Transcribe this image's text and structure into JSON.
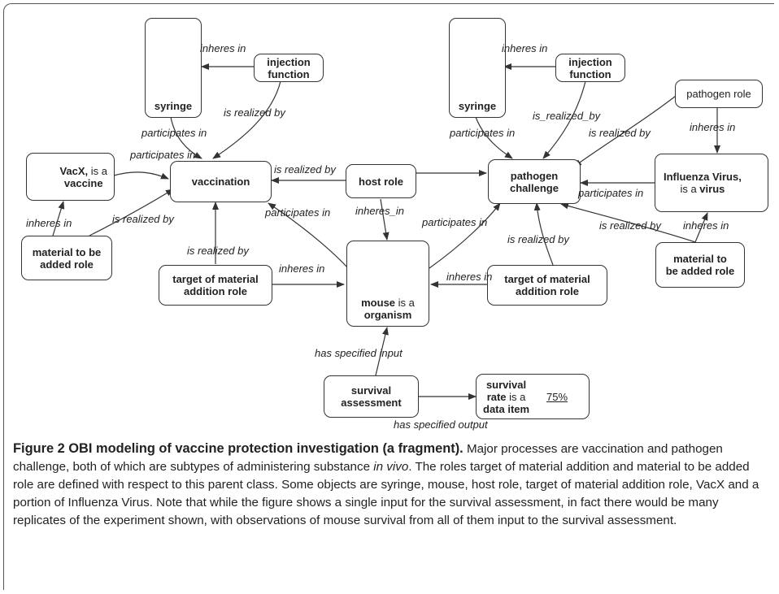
{
  "nodes": {
    "syringe_left": {
      "label": "syringe"
    },
    "injection_function_left": {
      "line1": "injection",
      "line2": "function"
    },
    "vaccination": {
      "label": "vaccination"
    },
    "vacx": {
      "bold1": "VacX,",
      "plain1": " is a",
      "bold2": "vaccine"
    },
    "material_role_left": {
      "line1": "material to be",
      "line2": "added role"
    },
    "target_role_left": {
      "line1": "target of material",
      "line2": "addition role"
    },
    "host_role": {
      "label": "host role"
    },
    "mouse": {
      "bold1": "mouse",
      "plain1": " is a",
      "bold2": "organism"
    },
    "syringe_right": {
      "label": "syringe"
    },
    "injection_function_right": {
      "line1": "injection",
      "line2": "function"
    },
    "pathogen_role": {
      "label": "pathogen role"
    },
    "pathogen_challenge": {
      "line1": "pathogen",
      "line2": "challenge"
    },
    "influenza": {
      "bold1": "Influenza Virus,",
      "plain1": "is a ",
      "bold2": "virus"
    },
    "target_role_right": {
      "line1": "target of material",
      "line2": "addition role"
    },
    "material_role_right": {
      "line1": "material to",
      "line2": "be added role"
    },
    "survival_assessment": {
      "line1": "survival",
      "line2": "assessment"
    },
    "survival_rate": {
      "line1": "survival",
      "line2a": "rate",
      "line2b": " is a",
      "line3": "data item",
      "value": "75%"
    }
  },
  "edge_labels": {
    "inheres_in_1": "inheres in",
    "is_realized_by_1": "is realized by",
    "participates_in_1": "participates in",
    "participates_in_2": "participates in",
    "is_realized_by_2": "is realized by",
    "inheres_in_2": "inheres in",
    "is_realized_by_3": "is realized by",
    "is_realized_by_4": "is realized by",
    "participates_in_3": "participates in",
    "inheres_in_3": "inheres_in",
    "inheres_in_4": "inheres in",
    "inheres_in_5": "inheres in",
    "is_realized_by_5": "is_realized_by",
    "participates_in_6": "participates in",
    "is_realized_by_6": "is realized by",
    "inheres_in_6": "inheres in",
    "participates_in_4": "participates in",
    "participates_in_5": "participates in",
    "is_realized_by_7": "is realized by",
    "is_realized_by_8": "is realized by",
    "inheres_in_7": "inheres in",
    "inheres_in_8": "inheres in",
    "has_specified_input": "has specified input",
    "has_specified_output": "has specified output"
  },
  "caption": {
    "title": "Figure 2 OBI modeling of vaccine protection investigation (a fragment).",
    "text_a": " Major processes are vaccination and pathogen challenge, both of which are subtypes of administering substance ",
    "text_italic": "in vivo",
    "text_b": ". The roles target of material addition and material to be added role are defined with respect to this parent class. Some objects are syringe, mouse, host role, target of material addition role, VacX and a portion of Influenza Virus. Note that while the figure shows a single input for the survival assessment, in fact there would be many replicates of the experiment shown, with observations of mouse survival from all of them input to the survival assessment."
  },
  "colors": {
    "border": "#333333",
    "arrow": "#333333",
    "syringe_plunger": "#4a3fa8",
    "vial_cap": "#c44a5a"
  }
}
